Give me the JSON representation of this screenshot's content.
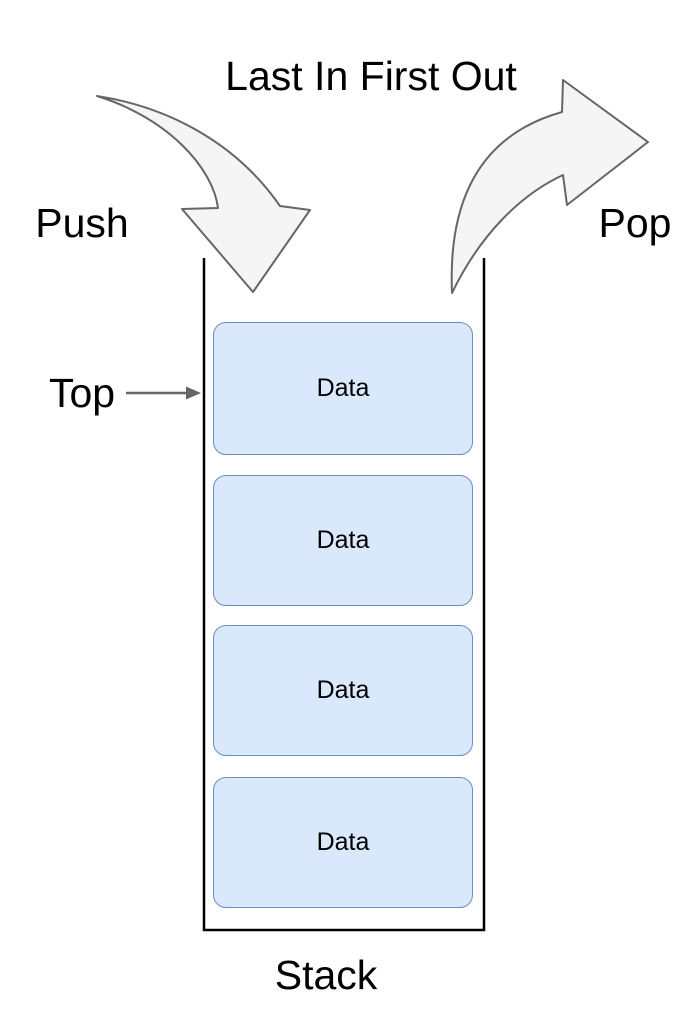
{
  "diagram": {
    "title": "Last In First Out",
    "push_label": "Push",
    "pop_label": "Pop",
    "top_label": "Top",
    "stack_label": "Stack",
    "items": [
      {
        "label": "Data"
      },
      {
        "label": "Data"
      },
      {
        "label": "Data"
      },
      {
        "label": "Data"
      }
    ],
    "colors": {
      "box_fill": "#dae8fc",
      "box_border": "#6c8ebf",
      "arrow_fill": "#f5f5f5",
      "arrow_stroke": "#666666",
      "container_stroke": "#000000",
      "text": "#000000"
    }
  }
}
